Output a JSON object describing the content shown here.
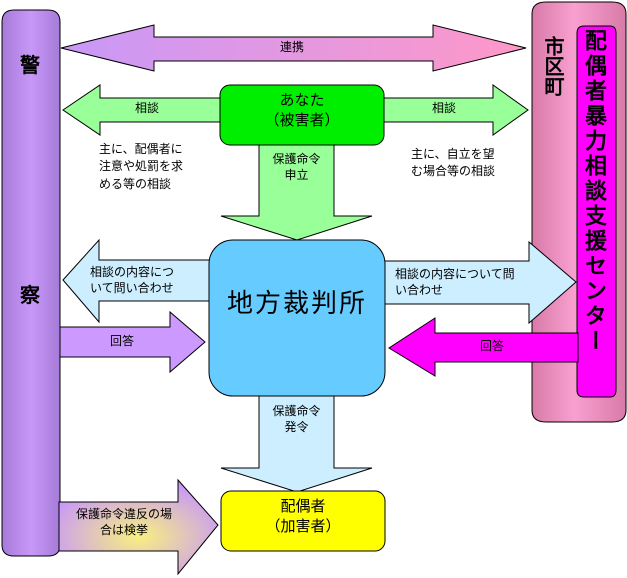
{
  "nodes": {
    "police_top": "警",
    "police_bottom": "察",
    "municipality": "市区町",
    "support_center": "配偶者暴力相談支援センター",
    "victim": "あなた\n（被害者）",
    "court": "地方裁判所",
    "spouse": "配偶者\n（加害者）"
  },
  "arrows": {
    "cooperation": "連携",
    "consult_police": "相談",
    "consult_center": "相談",
    "note_police": "主に、配偶者に\n注意や処罰を求\nめる等の相談",
    "note_center": "主に、自立を望\nむ場合等の相談",
    "petition": "保護命令\n申立",
    "court_inquiry_police": "相談の内容につ\nいて問い合わせ",
    "court_inquiry_center": "相談の内容について問\nい合わせ",
    "answer_police": "回答",
    "answer_center": "回答",
    "order_issued": "保護命令\n発令",
    "arrest": "保護命令違反の場\n合は検挙"
  },
  "colors": {
    "police": "#b48ae6",
    "municipality": "#e08ab0",
    "support_center": "#ff00ff",
    "victim": "#00ee00",
    "court": "#66ccff",
    "spouse": "#ffff00",
    "consult_arrow": "#99ff99",
    "inquiry_arrow": "#cceeff"
  }
}
